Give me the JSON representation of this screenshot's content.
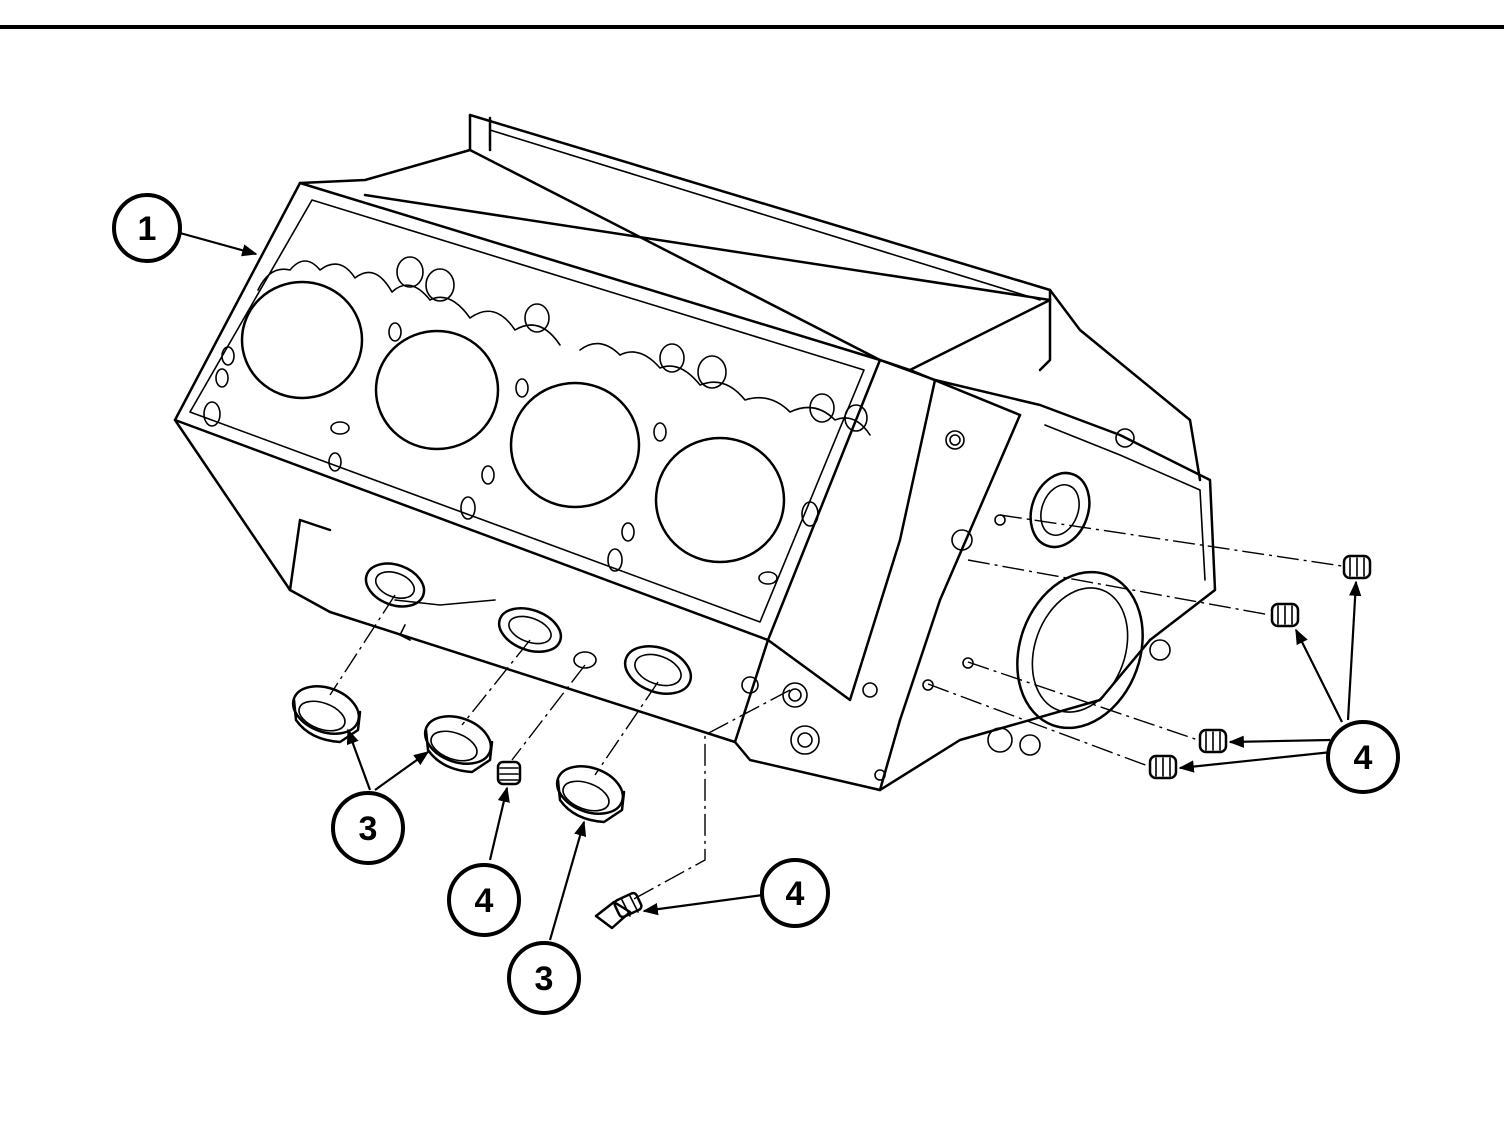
{
  "callouts": [
    {
      "id": "c1",
      "label": "1"
    },
    {
      "id": "c3a",
      "label": "3"
    },
    {
      "id": "c4a",
      "label": "4"
    },
    {
      "id": "c3b",
      "label": "3"
    },
    {
      "id": "c4b",
      "label": "4"
    },
    {
      "id": "c4c",
      "label": "4"
    }
  ],
  "colors": {
    "ink": "#000000",
    "background": "#ffffff"
  }
}
